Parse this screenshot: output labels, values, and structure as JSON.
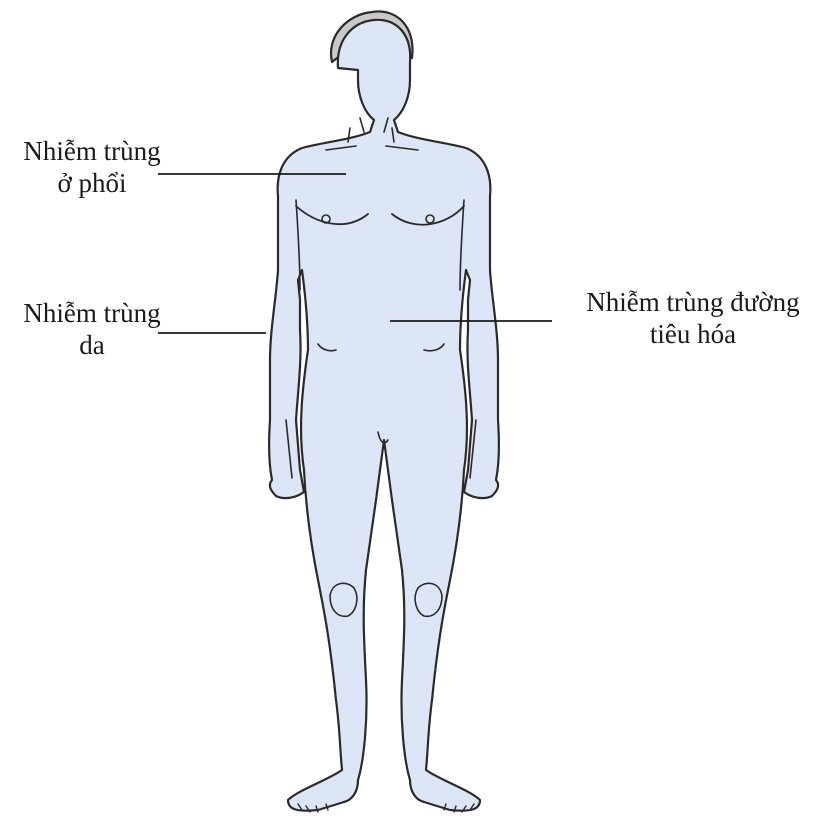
{
  "labels": {
    "lung": {
      "line1": "Nhiễm trùng",
      "line2": "ở phổi"
    },
    "skin": {
      "line1": "Nhiễm trùng",
      "line2": "da"
    },
    "gi": {
      "line1": "Nhiễm trùng đường",
      "line2": "tiêu hóa"
    }
  },
  "colors": {
    "body_fill": "#dde6f7",
    "outline": "#2a2a2a",
    "hair": "#c9c9c9",
    "leader_line": "#1a1a1a"
  }
}
